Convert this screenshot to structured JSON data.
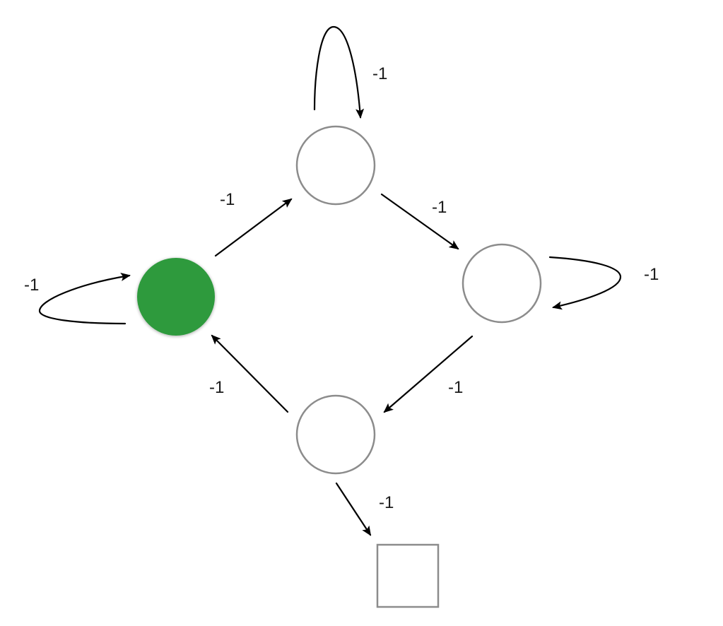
{
  "colors": {
    "current_state_fill": "#2e9a3e",
    "node_stroke": "#8c8c8c",
    "edge": "#000000"
  },
  "nodes": [
    {
      "id": "left",
      "shape": "circle",
      "current": true
    },
    {
      "id": "top",
      "shape": "circle",
      "current": false
    },
    {
      "id": "right",
      "shape": "circle",
      "current": false
    },
    {
      "id": "bottom",
      "shape": "circle",
      "current": false
    },
    {
      "id": "terminal",
      "shape": "square",
      "current": false
    }
  ],
  "edges": [
    {
      "id": "top-self",
      "from": "top",
      "to": "top",
      "label": "-1"
    },
    {
      "id": "left-to-top",
      "from": "left",
      "to": "top",
      "label": "-1"
    },
    {
      "id": "top-to-right",
      "from": "top",
      "to": "right",
      "label": "-1"
    },
    {
      "id": "right-self",
      "from": "right",
      "to": "right",
      "label": "-1"
    },
    {
      "id": "left-self",
      "from": "left",
      "to": "left",
      "label": "-1"
    },
    {
      "id": "right-to-bottom",
      "from": "right",
      "to": "bottom",
      "label": "-1"
    },
    {
      "id": "bottom-to-left",
      "from": "bottom",
      "to": "left",
      "label": "-1"
    },
    {
      "id": "bottom-to-terminal",
      "from": "bottom",
      "to": "terminal",
      "label": "-1"
    }
  ]
}
